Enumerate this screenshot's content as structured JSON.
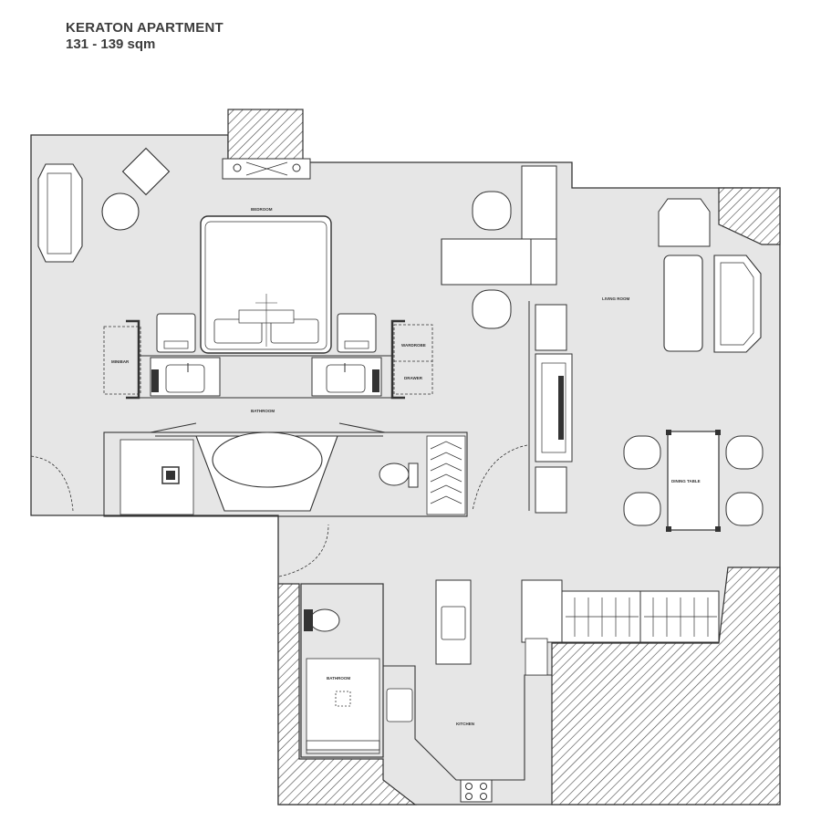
{
  "header": {
    "title": "KERATON APARTMENT",
    "subtitle": "131 - 139 sqm"
  },
  "rooms": {
    "bedroom": "BEDROOM",
    "bathroom_main": "BATHROOM",
    "living_room": "LIVING ROOM",
    "dining_table": "DINING TABLE",
    "bathroom_small": "BATHROOM",
    "kitchen": "KITCHEN"
  },
  "fixtures": {
    "minibar": "MINIBAR",
    "wardrobe": "WARDROBE",
    "drawer": "DRAWER"
  },
  "colors": {
    "floor": "#e6e6e6",
    "line": "#333333",
    "background": "#ffffff"
  }
}
